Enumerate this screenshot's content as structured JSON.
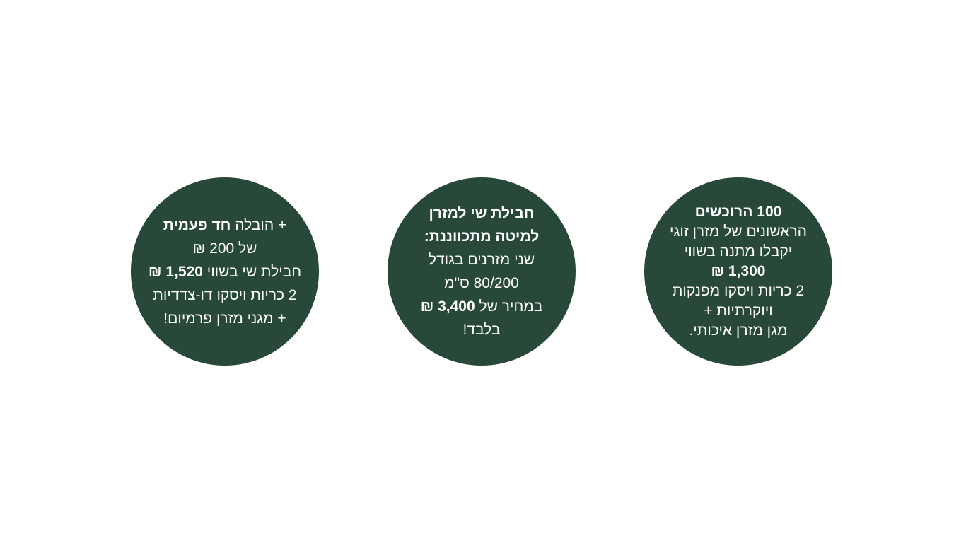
{
  "offers": {
    "first_buyers": {
      "title": "100 הרוכשים",
      "line1": "הראשונים של מזרן זוגי",
      "line2": "יקבלו מתנה בשווי",
      "value": "1,300 ₪",
      "line3": "2 כריות ויסקו מפנקות",
      "line4": "ויוקרתיות +",
      "line5": "מגן מזרן איכותי."
    },
    "adjustable_bed": {
      "title_line1": "חבילת שי למזרן",
      "title_line2": "למיטה מתכווננת:",
      "line1": "שני מזרנים בגודל",
      "line2": "80/200 ס\"מ",
      "price_prefix": "במחיר של",
      "price": "3,400 ₪",
      "line3": "בלבד!"
    },
    "delivery_gift": {
      "prefix": "+ הובלה",
      "highlight": "חד פעמית",
      "line2": "של 200 ₪",
      "gift_prefix": "חבילת שי בשווי",
      "gift_value": "1,520 ₪",
      "line4": "2 כריות ויסקו דו-צדדיות",
      "line5": "+ מגני מזרן פרמיום!"
    }
  },
  "colors": {
    "circle_background": "#28493a",
    "text": "#ffffff",
    "page_background": "#ffffff"
  }
}
